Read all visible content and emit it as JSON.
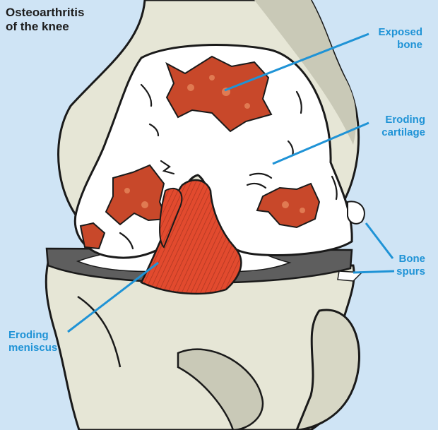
{
  "title": "Osteoarthritis\nof the knee",
  "colors": {
    "background": "#cfe4f5",
    "bone": "#e6e6d6",
    "bone_shadow": "#c9c9b7",
    "cartilage": "#ffffff",
    "exposed_bone": "#c8482a",
    "exposed_bone_detail": "#e07a52",
    "ligament": "#e24a2e",
    "ligament_stripes": "#a93520",
    "meniscus_band": "#5e5e5e",
    "outline": "#1a1a1a",
    "leader_line": "#1f93d6",
    "label_text": "#1f93d6"
  },
  "labels": {
    "exposed_bone": "Exposed\nbone",
    "eroding_cartilage": "Eroding\ncartilage",
    "bone_spurs": "Bone\nspurs",
    "eroding_meniscus": "Eroding\nmeniscus"
  },
  "icons": {
    "exposed_bone_patch": "irregular-red-patch-icon",
    "crack": "crack-mark-icon"
  }
}
